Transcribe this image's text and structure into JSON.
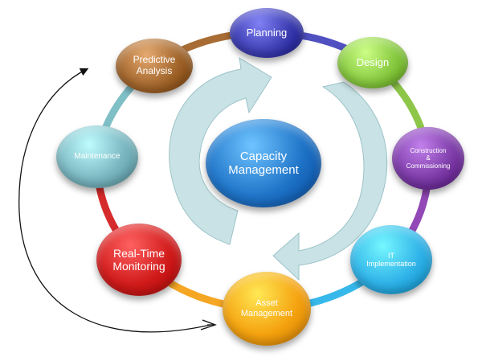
{
  "center": {
    "line1": "Capacity",
    "line2": "Management",
    "color": "#1f74c8"
  },
  "nodes": {
    "planning": {
      "lines": [
        "Planning"
      ],
      "color": "#3b3bb0"
    },
    "design": {
      "lines": [
        "Design"
      ],
      "color": "#86c83f"
    },
    "construction": {
      "lines": [
        "Construction",
        "&",
        "Commissioning"
      ],
      "color": "#7b3aa6"
    },
    "it": {
      "lines": [
        "IT",
        "Implementation"
      ],
      "color": "#2fb2e8"
    },
    "asset": {
      "lines": [
        "Asset",
        "Management"
      ],
      "color": "#f5a20f"
    },
    "realtime": {
      "lines": [
        "Real-Time",
        "Monitoring"
      ],
      "color": "#d11b1b"
    },
    "maintenance": {
      "lines": [
        "Maintenance"
      ],
      "color": "#79b6c0"
    },
    "predictive": {
      "lines": [
        "Predictive",
        "Analysis"
      ],
      "color": "#a0642a"
    }
  },
  "ring_colors": [
    "#5050c0",
    "#8ec64a",
    "#9248b6",
    "#36b8ea",
    "#f5a623",
    "#d62b2b",
    "#7fbfc6",
    "#a86d34"
  ],
  "arrow_color": "#b7d8dc"
}
